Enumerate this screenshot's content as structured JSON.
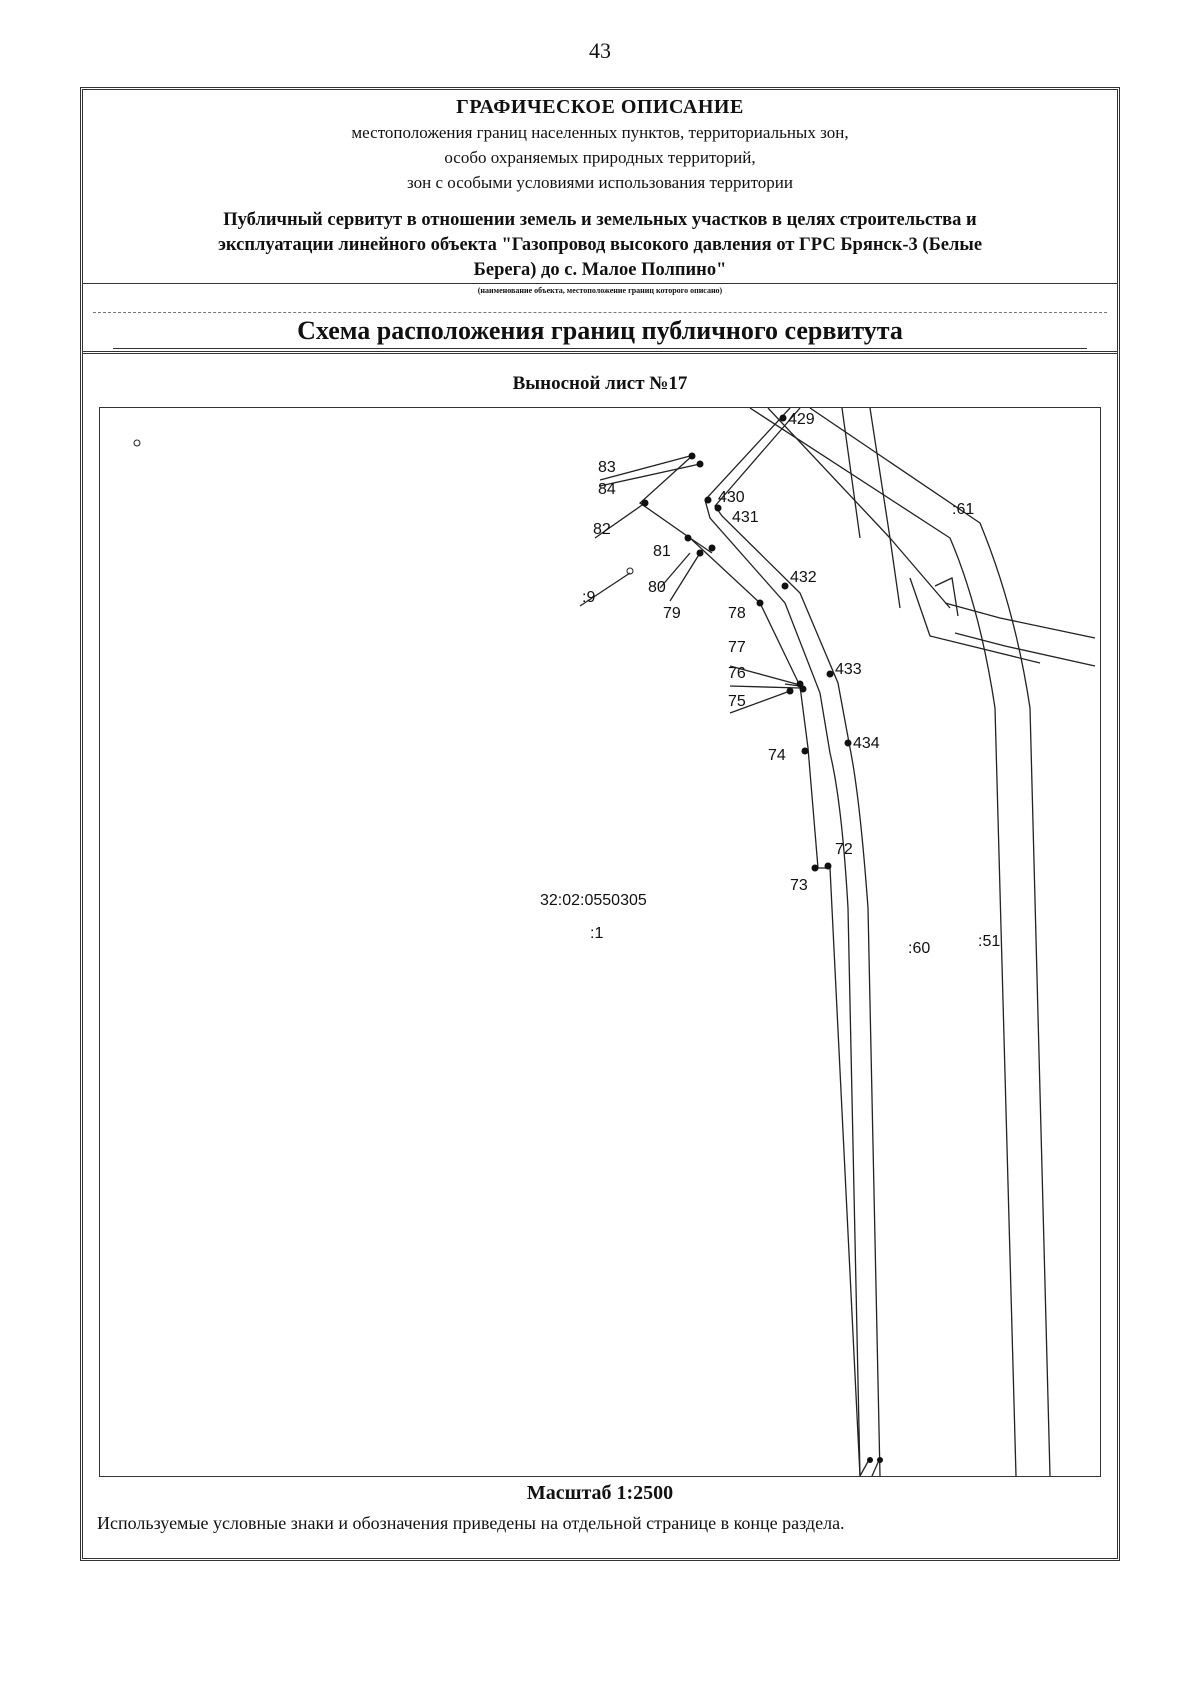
{
  "page_number": "43",
  "header": {
    "title": "ГРАФИЧЕСКОЕ ОПИСАНИЕ",
    "subtitle_lines": [
      "местоположения границ населенных пунктов, территориальных зон,",
      "особо охраняемых природных территорий,",
      "зон с особыми условиями использования территории"
    ],
    "object_lines": [
      "Публичный сервитут в отношении земель и земельных участков в целях строительства и",
      "эксплуатации линейного объекта \"Газопровод высокого давления от ГРС Брянск-3 (Белые",
      "Берега) до с. Малое Полпино\""
    ],
    "object_caption": "(наименование объекта, местоположение границ которого описано)",
    "scheme_title": "Схема расположения границ публичного сервитута"
  },
  "sheet_label": "Выносной лист №17",
  "map": {
    "cadastral_quarter": "32:02:0550305",
    "parcels": [
      ":1",
      ":61",
      ":60",
      ":51",
      ":9"
    ],
    "points": [
      "72",
      "73",
      "74",
      "75",
      "76",
      "77",
      "78",
      "79",
      "80",
      "81",
      "82",
      "83",
      "84",
      "429",
      "430",
      "431",
      "432",
      "433",
      "434"
    ]
  },
  "scale": "Масштаб 1:2500",
  "legend_note": "Используемые условные знаки и обозначения приведены на отдельной странице в конце раздела."
}
